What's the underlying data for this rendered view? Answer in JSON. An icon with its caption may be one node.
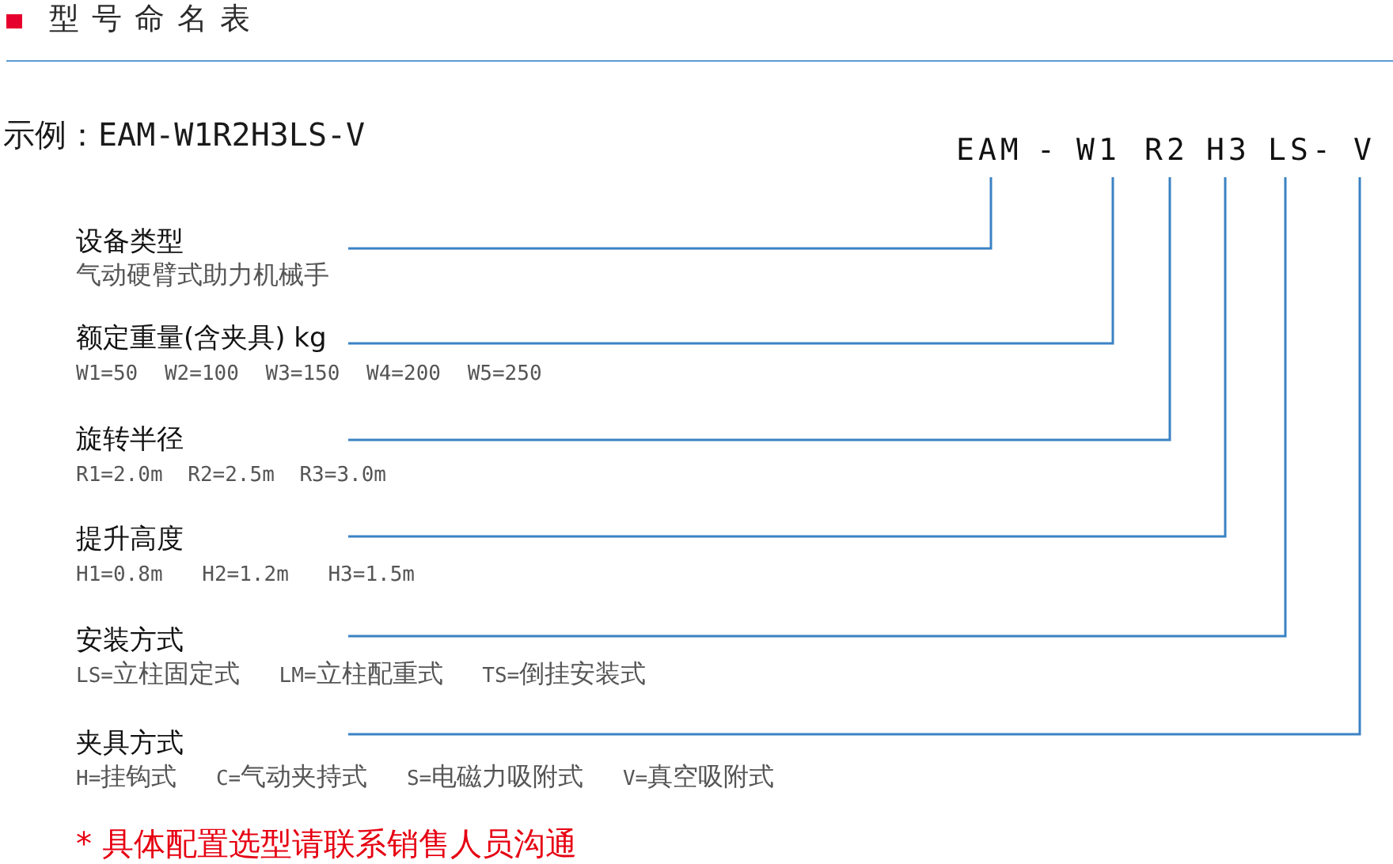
{
  "diagram": {
    "title": "型号命名表",
    "nodes": [
      {
        "text": [
          "EAM"
        ]
      },
      {
        "text": [
          "W1"
        ]
      },
      {
        "text": [
          "R2"
        ]
      },
      {
        "text": [
          "H3"
        ]
      },
      {
        "text": [
          "LS"
        ]
      },
      {
        "text": [
          "V"
        ]
      },
      {
        "text": [
          "设备类型",
          "气动硬臂式助力机械手"
        ]
      },
      {
        "text": [
          "额定重量(含夹具) kg",
          "W1=50 W2=100 W3=150 W4=200 W5=250"
        ]
      },
      {
        "text": [
          "旋转半径",
          "R1=2.0m R2=2.5m R3=3.0m"
        ]
      },
      {
        "text": [
          "提升高度",
          "H1=0.8m H2=1.2m H3=1.5m"
        ]
      },
      {
        "text": [
          "安装方式",
          "LS=立柱固定式 LM=立柱配重式 TS=倒挂安装式"
        ]
      },
      {
        "text": [
          "夹具方式",
          "H=挂钩式 C=气动夹持式 S=电磁力吸附式 V=真空吸附式"
        ]
      }
    ],
    "edges": [
      {
        "from": 6,
        "to": 0,
        "arrow": "none"
      },
      {
        "from": 7,
        "to": 1,
        "arrow": "none"
      },
      {
        "from": 8,
        "to": 2,
        "arrow": "none"
      },
      {
        "from": 9,
        "to": 3,
        "arrow": "none"
      },
      {
        "from": 10,
        "to": 4,
        "arrow": "none"
      },
      {
        "from": 11,
        "to": 5,
        "arrow": "none"
      }
    ],
    "labels": [
      "示例：EAM-W1R2H3LS-V",
      "-",
      "-",
      "* 具体配置选型请联系销售人员沟通"
    ]
  }
}
